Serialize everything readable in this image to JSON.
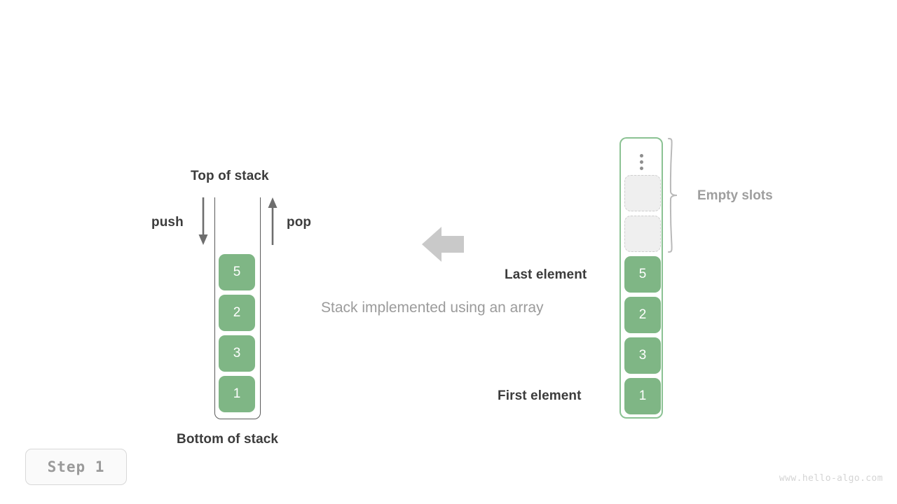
{
  "diagram": {
    "caption": "Stack implemented using an array",
    "step_label": "Step 1",
    "watermark": "www.hello-algo.com",
    "colors": {
      "element_fill": "#7fb685",
      "element_text": "#ffffff",
      "array_border": "#8bc293",
      "stack_border": "#5a5a5a",
      "empty_slot_fill": "#efefef",
      "empty_slot_border": "#cfcfcf",
      "label_dark": "#3c3c3c",
      "label_gray": "#9b9b9b",
      "transform_arrow": "#c9c9c9"
    }
  },
  "left_stack": {
    "top_label": "Top of stack",
    "bottom_label": "Bottom of stack",
    "push_label": "push",
    "pop_label": "pop",
    "push_icon": "arrow-down-icon",
    "pop_icon": "arrow-up-icon",
    "elements": [
      {
        "value": "5"
      },
      {
        "value": "2"
      },
      {
        "value": "3"
      },
      {
        "value": "1"
      }
    ]
  },
  "transform": {
    "icon": "arrow-left-icon"
  },
  "right_array": {
    "ellipsis_icon": "vertical-ellipsis-icon",
    "brace_icon": "curly-brace-icon",
    "empty_slots_label": "Empty slots",
    "last_element_label": "Last element",
    "first_element_label": "First element",
    "empty_slots_count": 2,
    "elements": [
      {
        "value": "5"
      },
      {
        "value": "2"
      },
      {
        "value": "3"
      },
      {
        "value": "1"
      }
    ]
  }
}
